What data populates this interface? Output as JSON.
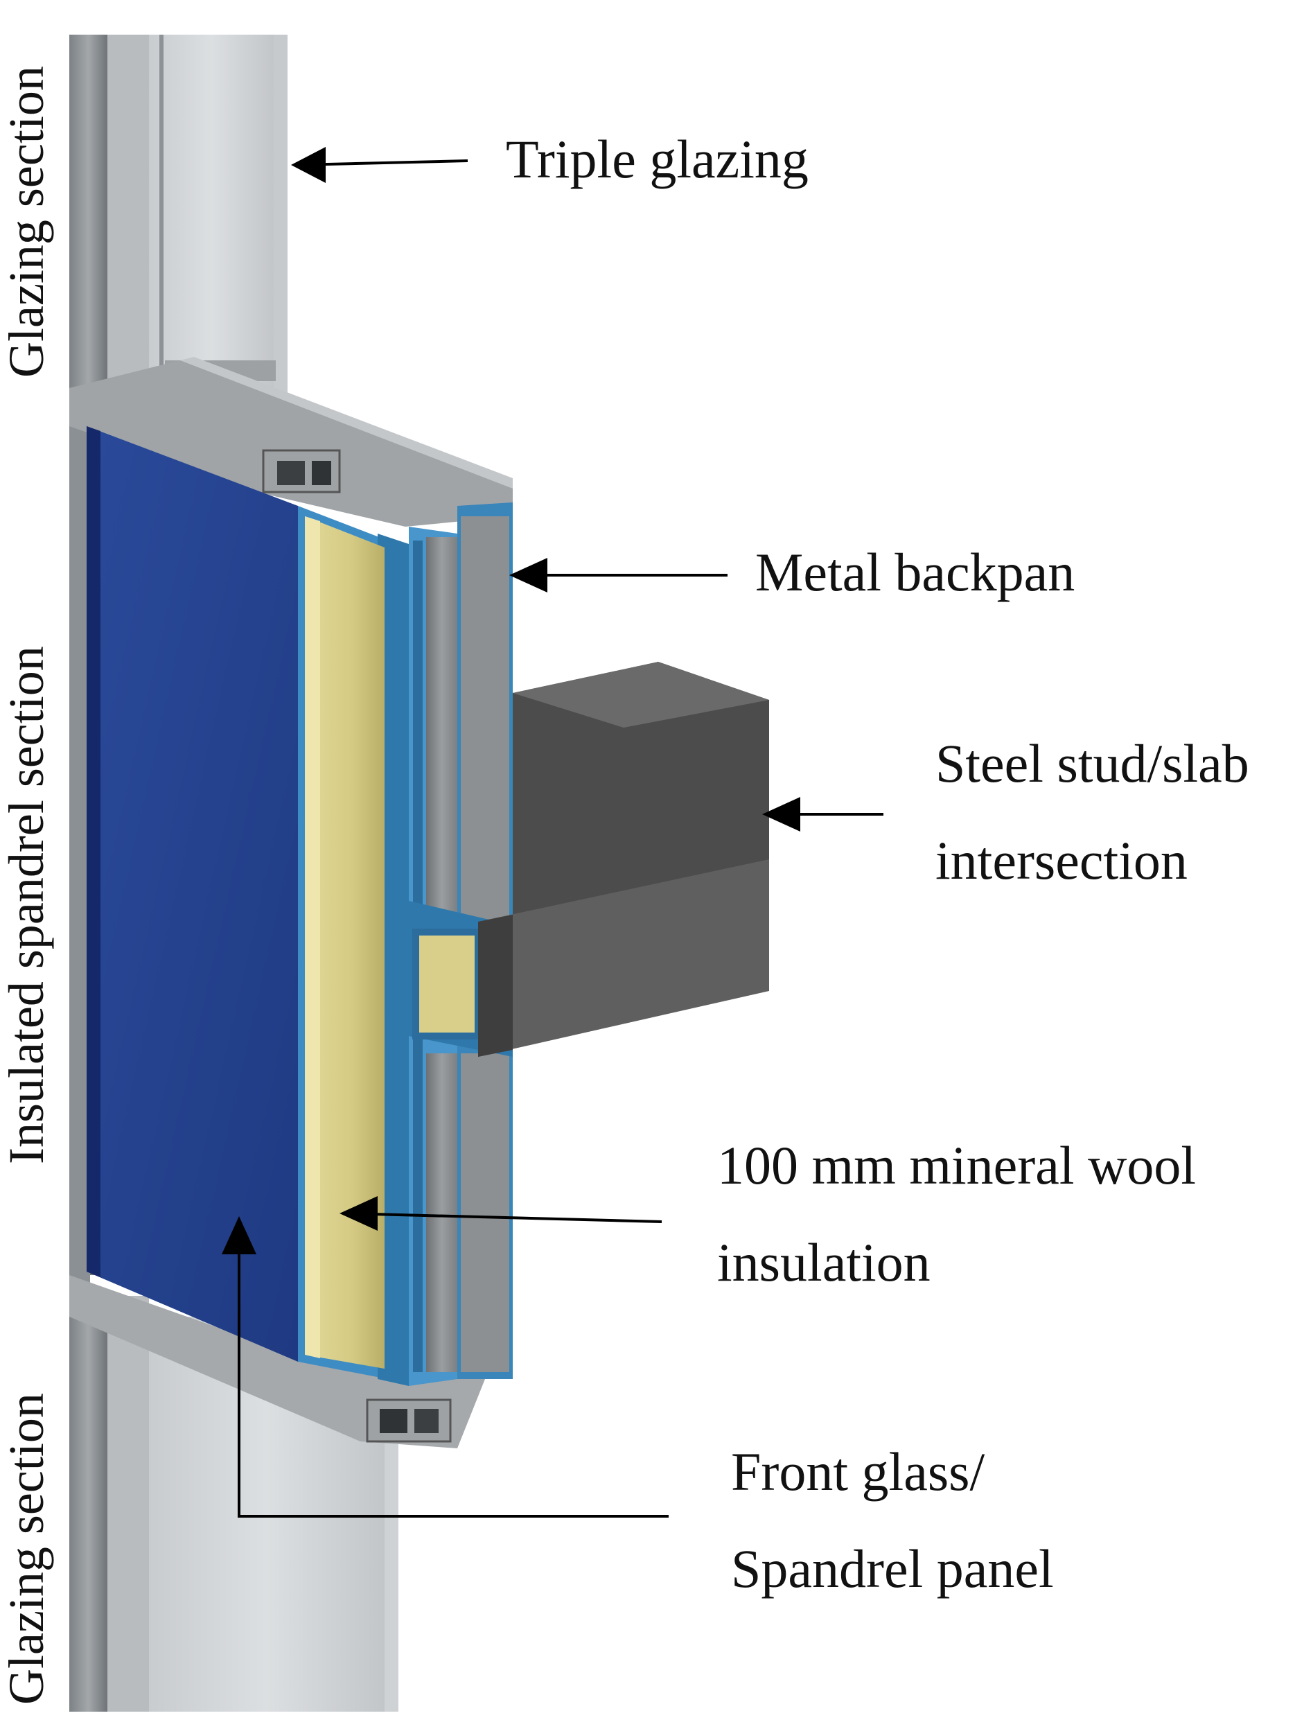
{
  "side_labels": {
    "glazing_top": "Glazing section",
    "spandrel": "Insulated spandrel section",
    "glazing_bottom": "Glazing section"
  },
  "callouts": {
    "triple_glazing": "Triple glazing",
    "metal_backpan": "Metal backpan",
    "steel_stud_line1": "Steel stud/slab",
    "steel_stud_line2": "intersection",
    "mineral_wool_line1": "100 mm mineral wool",
    "mineral_wool_line2": "insulation",
    "front_glass_line1": "Front glass/",
    "front_glass_line2": "Spandrel panel"
  },
  "colors": {
    "glazing": "#d5d8da",
    "mullion": "#8f9498",
    "spandrel_panel": "#233f8c",
    "insulation": "#d6cc86",
    "backpan_frame": "#3d88bf",
    "slab": "#5b5b5b",
    "arrow": "#000000"
  }
}
